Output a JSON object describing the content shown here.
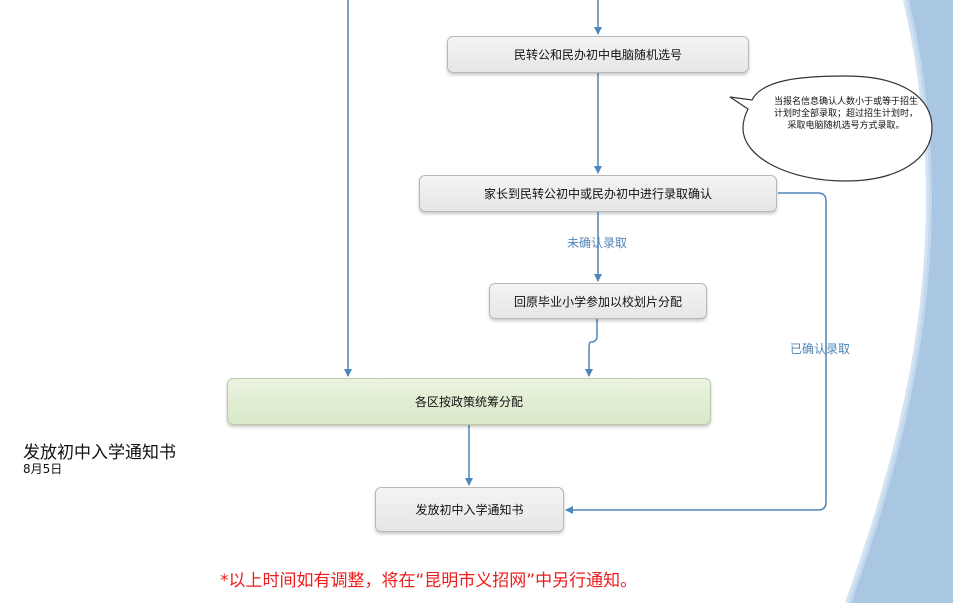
{
  "colors": {
    "accent_blue": "#4f86b8",
    "footnote_red": "#ee1c1c",
    "node_fill": "#ececec",
    "node_green_fill": "#dfeccf",
    "side_band": "#a9c6e3"
  },
  "nodes": {
    "computer_lottery": "民转公和民办初中电脑随机选号",
    "parent_confirm": "家长到民转公初中或民办初中进行录取确认",
    "return_primary": "回原毕业小学参加以校划片分配",
    "district_allocation": "各区按政策统筹分配",
    "issue_notice": "发放初中入学通知书"
  },
  "edge_labels": {
    "unconfirmed": "未确认录取",
    "confirmed": "已确认录取"
  },
  "callout": {
    "text": "当报名信息确认人数小于或等于招生计划时全部录取；超过招生计划时，采取电脑随机选号方式录取。"
  },
  "side": {
    "title": "发放初中入学通知书",
    "date": "8月5日"
  },
  "footnote": "*以上时间如有调整，将在“昆明市义招网”中另行通知。"
}
